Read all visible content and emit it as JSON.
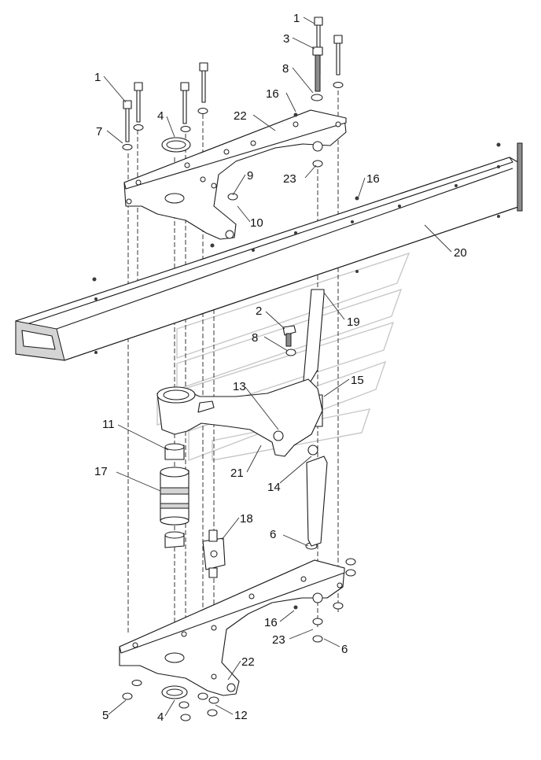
{
  "callouts": [
    {
      "id": "1a",
      "text": "1"
    },
    {
      "id": "3",
      "text": "3"
    },
    {
      "id": "8a",
      "text": "8"
    },
    {
      "id": "1b",
      "text": "1"
    },
    {
      "id": "16a",
      "text": "16"
    },
    {
      "id": "4a",
      "text": "4"
    },
    {
      "id": "22a",
      "text": "22"
    },
    {
      "id": "7",
      "text": "7"
    },
    {
      "id": "9",
      "text": "9"
    },
    {
      "id": "23a",
      "text": "23"
    },
    {
      "id": "16b",
      "text": "16"
    },
    {
      "id": "10",
      "text": "10"
    },
    {
      "id": "20",
      "text": "20"
    },
    {
      "id": "2",
      "text": "2"
    },
    {
      "id": "19",
      "text": "19"
    },
    {
      "id": "8b",
      "text": "8"
    },
    {
      "id": "13",
      "text": "13"
    },
    {
      "id": "15",
      "text": "15"
    },
    {
      "id": "11",
      "text": "11"
    },
    {
      "id": "21",
      "text": "21"
    },
    {
      "id": "14",
      "text": "14"
    },
    {
      "id": "17",
      "text": "17"
    },
    {
      "id": "18",
      "text": "18"
    },
    {
      "id": "6a",
      "text": "6"
    },
    {
      "id": "16c",
      "text": "16"
    },
    {
      "id": "23b",
      "text": "23"
    },
    {
      "id": "6b",
      "text": "6"
    },
    {
      "id": "22b",
      "text": "22"
    },
    {
      "id": "5",
      "text": "5"
    },
    {
      "id": "4b",
      "text": "4"
    },
    {
      "id": "12",
      "text": "12"
    }
  ]
}
